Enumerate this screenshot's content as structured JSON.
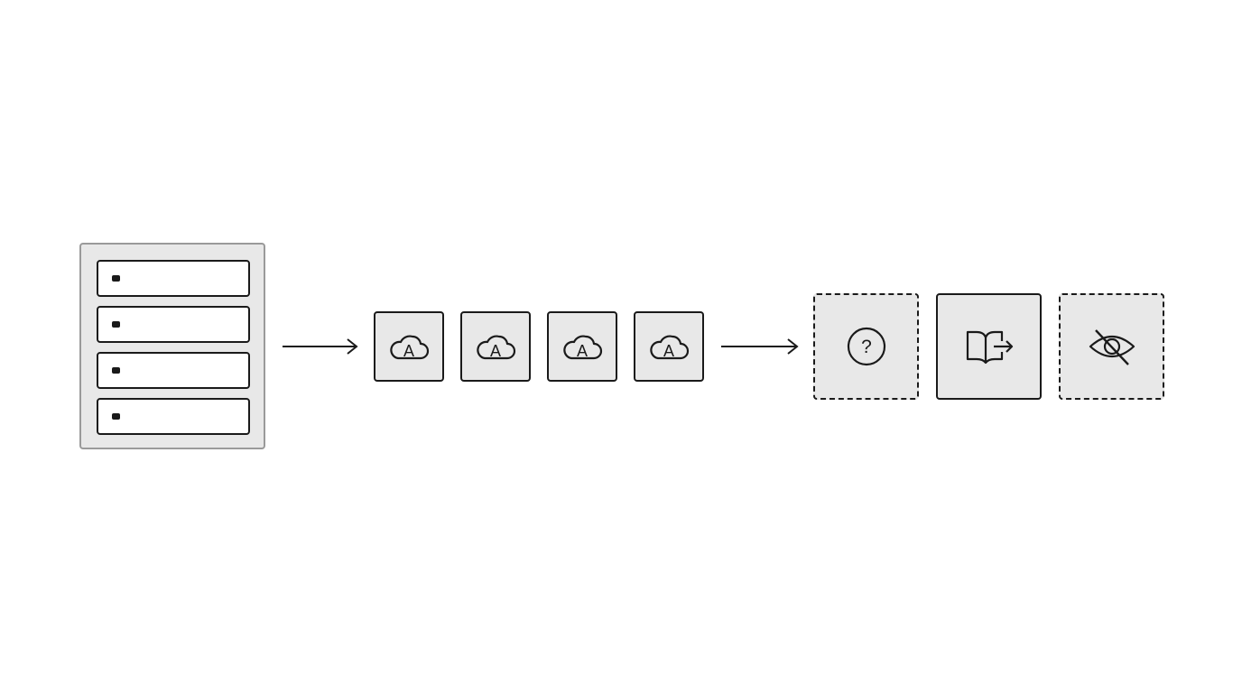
{
  "diagram": {
    "source": {
      "icon": "server-rack-icon",
      "slots": [
        {
          "icon": "status-led-icon"
        },
        {
          "icon": "status-led-icon"
        },
        {
          "icon": "status-led-icon"
        },
        {
          "icon": "status-led-icon"
        }
      ]
    },
    "processors": [
      {
        "icon": "cloud-a-icon",
        "letter": "A"
      },
      {
        "icon": "cloud-a-icon",
        "letter": "A"
      },
      {
        "icon": "cloud-a-icon",
        "letter": "A"
      },
      {
        "icon": "cloud-a-icon",
        "letter": "A"
      }
    ],
    "outputs": [
      {
        "icon": "question-circle-icon",
        "glyph": "?",
        "style": "dashed"
      },
      {
        "icon": "book-export-icon",
        "style": "solid"
      },
      {
        "icon": "eye-off-icon",
        "style": "dashed"
      }
    ],
    "connectors": [
      "arrow-right-icon",
      "arrow-right-icon"
    ],
    "colors": {
      "stroke": "#1a1a1a",
      "fill": "#e8e8e8",
      "rack_border": "#9a9a9a",
      "background": "#ffffff"
    }
  }
}
